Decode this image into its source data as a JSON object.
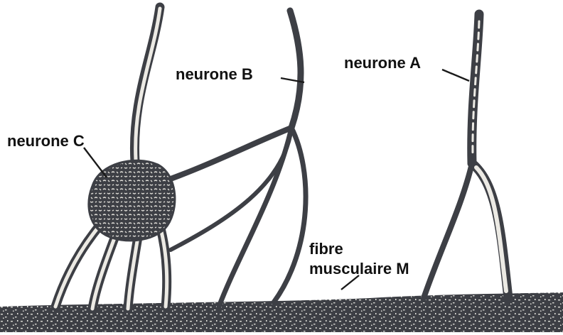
{
  "labels": {
    "neurone_a": "neurone A",
    "neurone_b": "neurone B",
    "neurone_c": "neurone C",
    "fibre_line1": "fibre",
    "fibre_line2": "musculaire M"
  },
  "colors": {
    "tissue": "#3d3f45",
    "axon_core": "#eceae4",
    "background": "#ffffff",
    "text": "#111111"
  }
}
